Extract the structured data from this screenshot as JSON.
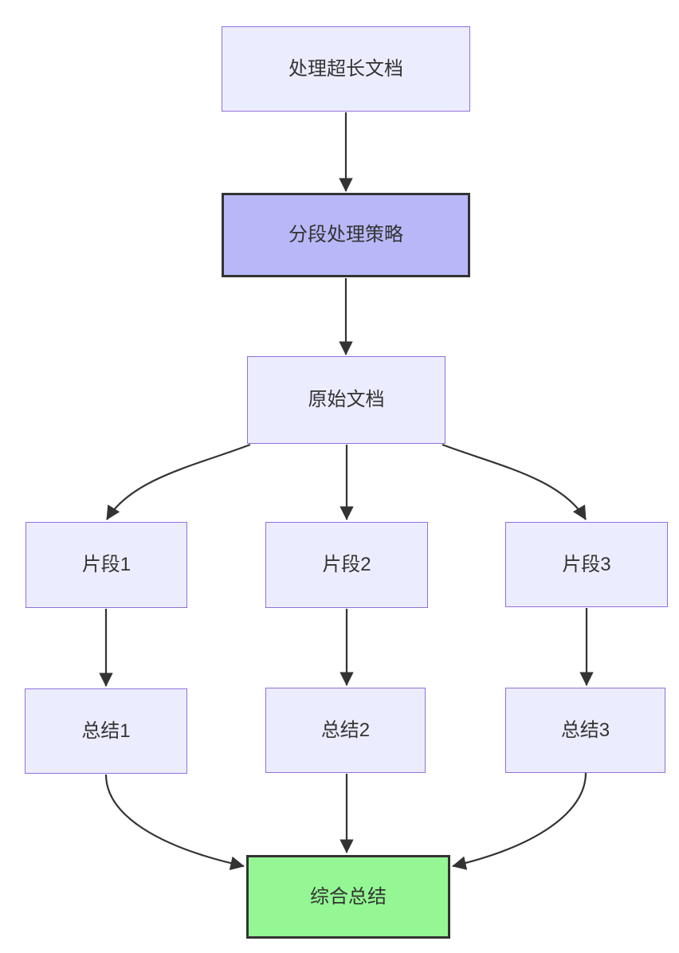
{
  "diagram": {
    "type": "flowchart",
    "direction": "top-down",
    "nodes": [
      {
        "id": "A",
        "label": "处理超长文档",
        "style": "default"
      },
      {
        "id": "B",
        "label": "分段处理策略",
        "style": "highlight"
      },
      {
        "id": "C",
        "label": "原始文档",
        "style": "default"
      },
      {
        "id": "D1",
        "label": "片段1",
        "style": "default"
      },
      {
        "id": "D2",
        "label": "片段2",
        "style": "default"
      },
      {
        "id": "D3",
        "label": "片段3",
        "style": "default"
      },
      {
        "id": "E1",
        "label": "总结1",
        "style": "default"
      },
      {
        "id": "E2",
        "label": "总结2",
        "style": "default"
      },
      {
        "id": "E3",
        "label": "总结3",
        "style": "default"
      },
      {
        "id": "F",
        "label": "综合总结",
        "style": "final"
      }
    ],
    "edges": [
      {
        "from": "A",
        "to": "B"
      },
      {
        "from": "B",
        "to": "C"
      },
      {
        "from": "C",
        "to": "D1"
      },
      {
        "from": "C",
        "to": "D2"
      },
      {
        "from": "C",
        "to": "D3"
      },
      {
        "from": "D1",
        "to": "E1"
      },
      {
        "from": "D2",
        "to": "E2"
      },
      {
        "from": "D3",
        "to": "E3"
      },
      {
        "from": "E1",
        "to": "F"
      },
      {
        "from": "E2",
        "to": "F"
      },
      {
        "from": "E3",
        "to": "F"
      }
    ],
    "colors": {
      "node_fill": "#ECECFF",
      "node_border": "#9370DB",
      "highlight_fill": "#b8b8f8",
      "highlight_border": "#333333",
      "final_fill": "#94f794",
      "final_border": "#333333",
      "edge_color": "#333333",
      "text_color": "#333333",
      "canvas_bg": "#ffffff"
    }
  }
}
